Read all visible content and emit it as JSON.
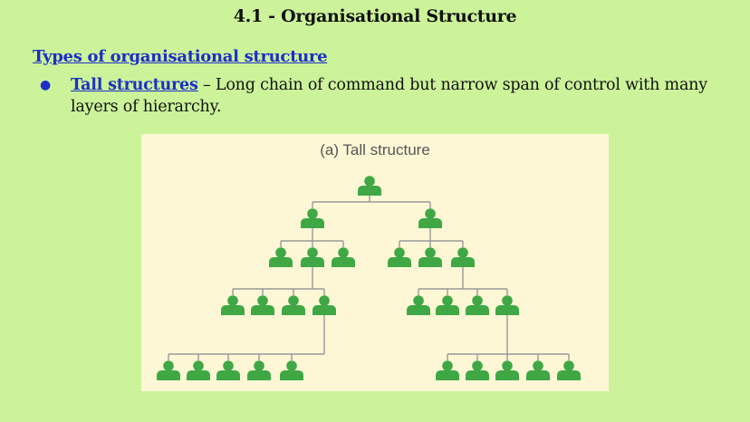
{
  "slide": {
    "title": "4.1 - Organisational Structure",
    "section_heading": "Types of organisational structure",
    "bullet": {
      "term": "Tall structures",
      "description": " – Long chain of command but narrow span of control with many layers of hierarchy."
    }
  },
  "figure": {
    "caption": "(a) Tall structure",
    "node_icon": "person-icon",
    "colors": {
      "background": "#ccf39a",
      "panel": "#fdf7d6",
      "node": "#3fa844",
      "connector": "#999999",
      "link": "#1d2fc7"
    },
    "tree": {
      "id": "top",
      "children": [
        {
          "id": "L1a",
          "children": [
            {
              "id": "L2a1"
            },
            {
              "id": "L2a2",
              "children": [
                {
                  "id": "L3a1"
                },
                {
                  "id": "L3a2"
                },
                {
                  "id": "L3a3"
                },
                {
                  "id": "L3a4",
                  "children": [
                    {
                      "id": "L4a1"
                    },
                    {
                      "id": "L4a2"
                    },
                    {
                      "id": "L4a3"
                    },
                    {
                      "id": "L4a4"
                    },
                    {
                      "id": "L4a5"
                    }
                  ]
                }
              ]
            },
            {
              "id": "L2a3"
            }
          ]
        },
        {
          "id": "L1b",
          "children": [
            {
              "id": "L2b1"
            },
            {
              "id": "L2b2"
            },
            {
              "id": "L2b3",
              "children": [
                {
                  "id": "L3b1"
                },
                {
                  "id": "L3b2"
                },
                {
                  "id": "L3b3"
                },
                {
                  "id": "L3b4",
                  "children": [
                    {
                      "id": "L4b1"
                    },
                    {
                      "id": "L4b2"
                    },
                    {
                      "id": "L4b3"
                    },
                    {
                      "id": "L4b4"
                    },
                    {
                      "id": "L4b5"
                    }
                  ]
                }
              ]
            }
          ]
        }
      ]
    }
  }
}
